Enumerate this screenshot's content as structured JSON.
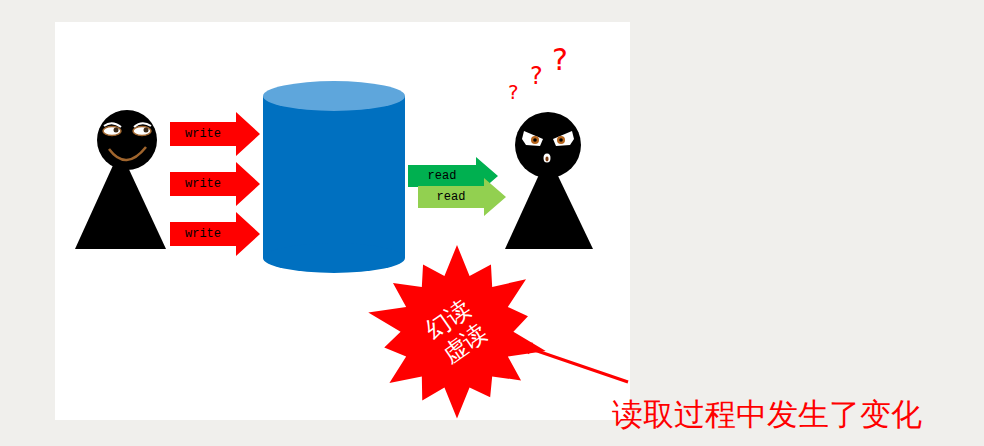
{
  "diagram": {
    "nodes": [
      {
        "text": [
          "write"
        ]
      },
      {
        "text": [
          "write"
        ]
      },
      {
        "text": [
          "write"
        ]
      },
      {
        "text": [
          "read"
        ]
      },
      {
        "text": [
          "read"
        ]
      },
      {
        "text": [
          "幻读 虚读"
        ]
      }
    ],
    "labels": [
      "?",
      "?",
      "?",
      "读取过程中发生了变化"
    ]
  }
}
